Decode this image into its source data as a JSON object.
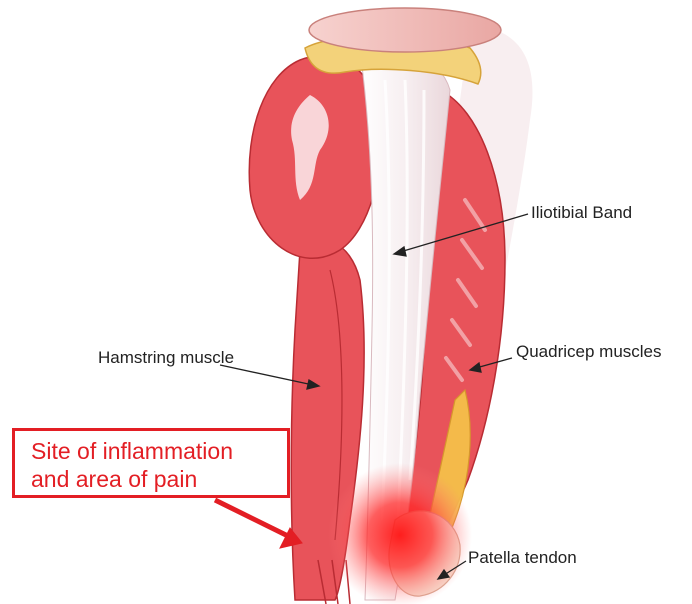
{
  "labels": {
    "iliotibial_band": "Iliotibial Band",
    "hamstring": "Hamstring muscle",
    "quadriceps": "Quadricep muscles",
    "patella_tendon": "Patella tendon"
  },
  "callout": {
    "line1": "Site of inflammation",
    "line2": "and area of pain"
  },
  "colors": {
    "muscle": "#e8535a",
    "muscle_dark": "#c9323a",
    "band": "#f6eef0",
    "bone_cap": "#f3c4c0",
    "cartilage": "#f3d27a",
    "inflammation": "#ff1a1a",
    "callout": "#e31e24"
  }
}
